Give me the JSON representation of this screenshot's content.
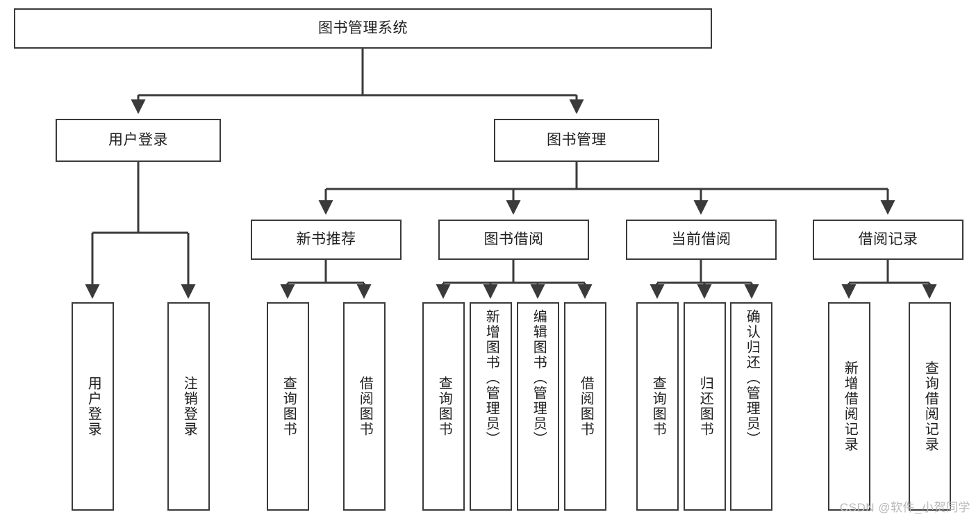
{
  "diagram": {
    "title": "图书管理系统",
    "type": "功能结构图",
    "watermark": "CSDN @软件_小贺同学",
    "stroke_color": "#3a3a3a",
    "text_color": "#202020",
    "background_color": "#ffffff",
    "root": {
      "label": "图书管理系统"
    },
    "level2": [
      {
        "label": "用户登录"
      },
      {
        "label": "图书管理"
      }
    ],
    "level3": [
      {
        "label": "新书推荐"
      },
      {
        "label": "图书借阅"
      },
      {
        "label": "当前借阅"
      },
      {
        "label": "借阅记录"
      }
    ],
    "leaves": {
      "user_login": [
        {
          "label": "用户登录"
        },
        {
          "label": "注销登录"
        }
      ],
      "new_book_recommend": [
        {
          "label": "查询图书"
        },
        {
          "label": "借阅图书"
        }
      ],
      "book_borrow": [
        {
          "label": "查询图书"
        },
        {
          "label": "新增图书（管理员）"
        },
        {
          "label": "编辑图书（管理员）"
        },
        {
          "label": "借阅图书"
        }
      ],
      "current_borrow": [
        {
          "label": "查询图书"
        },
        {
          "label": "归还图书"
        },
        {
          "label": "确认归还（管理员）"
        }
      ],
      "borrow_record": [
        {
          "label": "新增借阅记录"
        },
        {
          "label": "查询借阅记录"
        }
      ]
    }
  }
}
